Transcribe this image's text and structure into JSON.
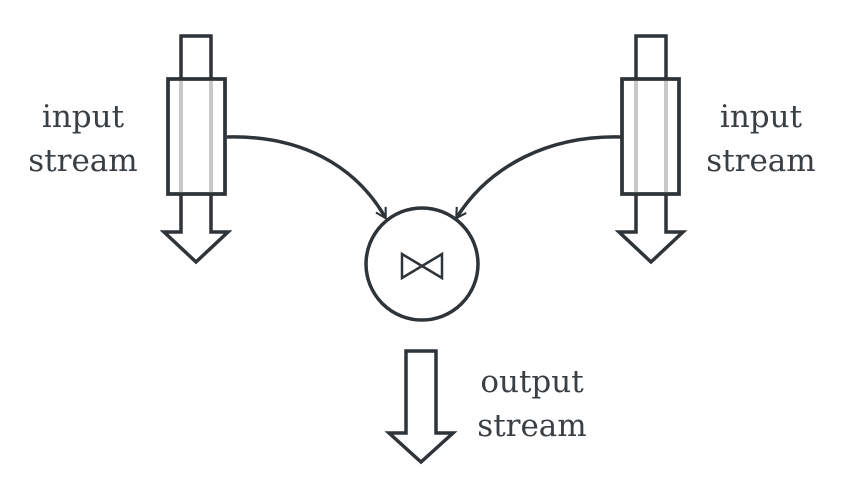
{
  "diagram": {
    "left_input": {
      "line1": "input",
      "line2": "stream"
    },
    "right_input": {
      "line1": "input",
      "line2": "stream"
    },
    "output": {
      "line1": "output",
      "line2": "stream"
    },
    "operator_symbol": "⋈",
    "operator_name": "join-operator"
  },
  "colors": {
    "stroke": "#2f3438",
    "text": "#3a3f44",
    "window_band": "#c8c8c8",
    "background": "#ffffff"
  }
}
